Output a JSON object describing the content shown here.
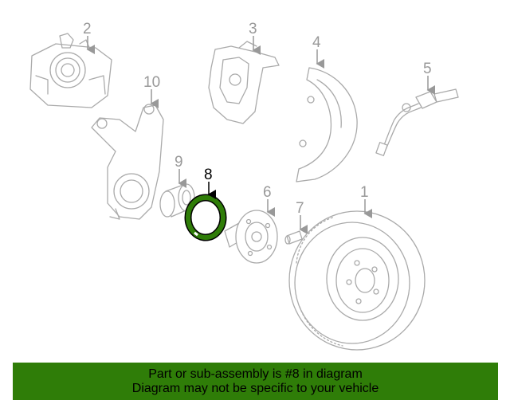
{
  "diagram": {
    "highlighted_part": "8",
    "highlight_color": "#2f7d08",
    "parts": [
      {
        "number": "1"
      },
      {
        "number": "2"
      },
      {
        "number": "3"
      },
      {
        "number": "4"
      },
      {
        "number": "5"
      },
      {
        "number": "6"
      },
      {
        "number": "7"
      },
      {
        "number": "8"
      },
      {
        "number": "9"
      },
      {
        "number": "10"
      }
    ]
  },
  "banner": {
    "line1": "Part or sub-assembly is #8 in diagram",
    "line2": "Diagram may not be specific to your vehicle",
    "background": "#2f7d08"
  }
}
